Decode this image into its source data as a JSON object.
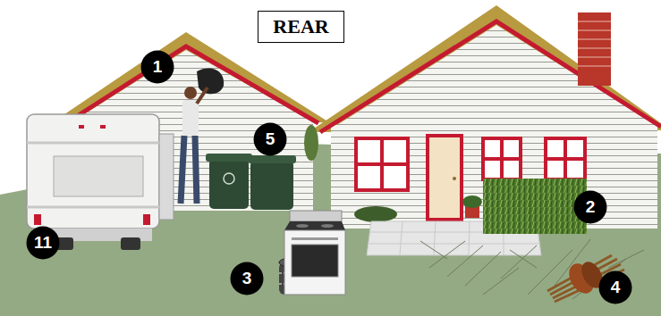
{
  "diagram": {
    "nodes": [
      {
        "text": [
          "REAR"
        ]
      },
      {
        "text": [
          "1"
        ]
      },
      {
        "text": [
          "5"
        ]
      },
      {
        "text": [
          "2"
        ]
      },
      {
        "text": [
          "11"
        ]
      },
      {
        "text": [
          "3"
        ]
      },
      {
        "text": [
          "4"
        ]
      }
    ]
  }
}
